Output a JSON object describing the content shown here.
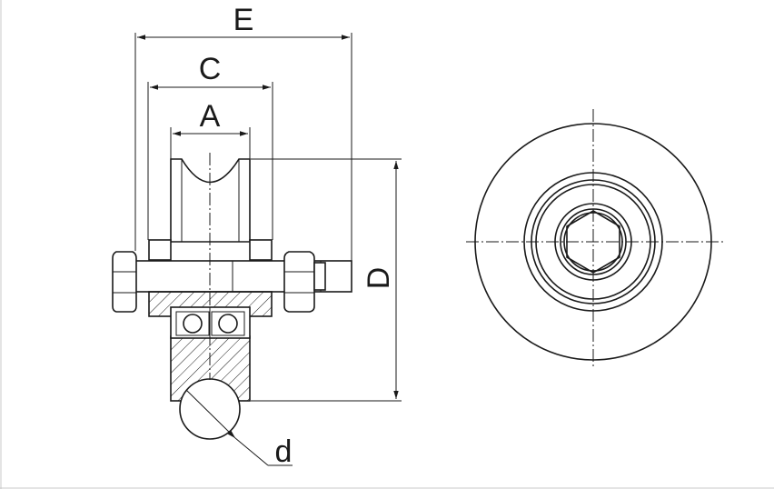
{
  "drawing": {
    "labels": {
      "E": "E",
      "C": "C",
      "A": "A",
      "D": "D",
      "d": "d"
    }
  }
}
